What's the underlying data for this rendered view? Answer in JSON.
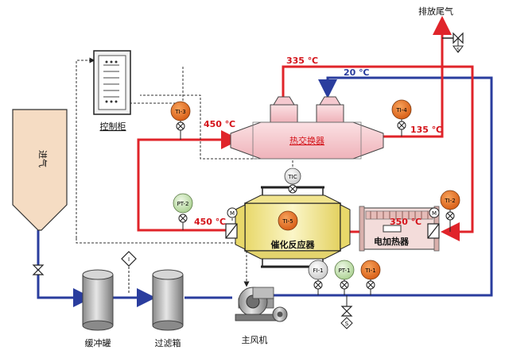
{
  "labels": {
    "exhaust": "排放尾气",
    "control_cabinet": "控制柜",
    "heat_exchanger": "热交换器",
    "reactor": "催化反应器",
    "heater": "电加热器",
    "buffer_tank": "缓冲罐",
    "filter_box": "过滤箱",
    "main_fan": "主风机",
    "inlet": "进气"
  },
  "temperatures": {
    "t_335": "335 ℃",
    "t_20": "20 ℃",
    "t_450_top": "450 ℃",
    "t_135": "135 ℃",
    "t_450_mid": "450 ℃",
    "t_350": "350 ℃"
  },
  "instruments": {
    "ti3": "TI-3",
    "ti4": "TI-4",
    "tic": "TIC",
    "pt2": "PT-2",
    "ti5": "TI-5",
    "ti2": "TI-2",
    "fi1": "FI-1",
    "pt1": "PT-1",
    "ti1": "TI-1",
    "motor": "M",
    "switch": "S",
    "filter_i": "I"
  },
  "colors": {
    "hot_line": "#e0242a",
    "cold_line": "#2a3d9e",
    "signal_line": "#333333",
    "heat_exchanger": "#f6c6cc",
    "reactor": "#f7efaa",
    "heater": "#f3dcda",
    "orange_instrument": "#e8742a",
    "green_instrument": "#c9e6b6",
    "grey_vessel": "#bfbfbf",
    "inlet_hopper": "#f5dcc3"
  }
}
